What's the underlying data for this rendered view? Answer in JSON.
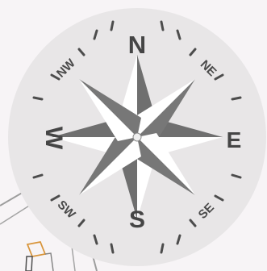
{
  "compass": {
    "north": "N",
    "east": "E",
    "south": "S",
    "west": "W",
    "northeast": "NE",
    "southeast": "SE",
    "southwest": "SW",
    "northwest": "NW"
  },
  "colors": {
    "page_background": "#f7f4f6",
    "compass_face": "#e8e6e7",
    "star_dark": "#6f6f6f",
    "star_light": "#ffffff",
    "label_color": "#454545",
    "map_line_orange": "#d8953b"
  },
  "icons": {
    "compass_rose": "compass-rose-icon",
    "map_fragment": "map-fragment-icon"
  }
}
